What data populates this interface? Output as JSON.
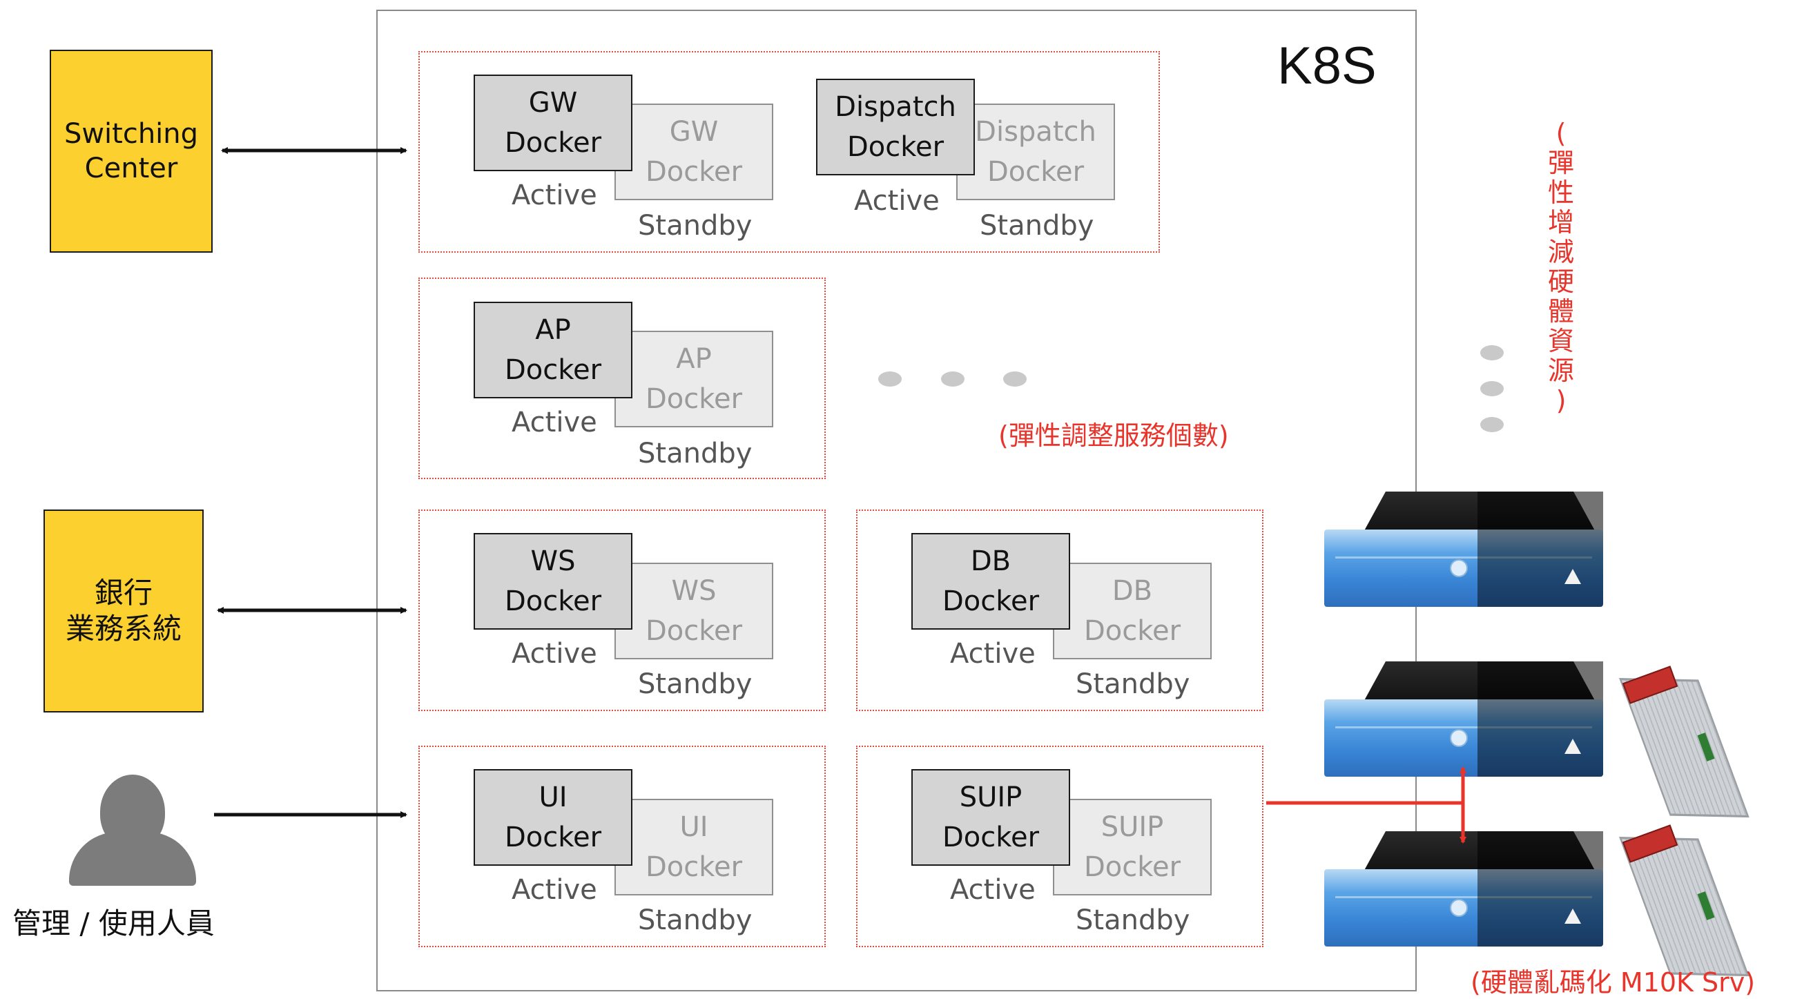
{
  "diagram": {
    "k8s_label": "K8S",
    "external": {
      "switching_center": [
        "Switching",
        "Center"
      ],
      "bank_system": [
        "銀行",
        "業務系統"
      ],
      "user_label": "管理 / 使用人員"
    },
    "groups": [
      {
        "pairs": [
          {
            "active": [
              "GW",
              "Docker"
            ],
            "standby": [
              "GW",
              "Docker"
            ],
            "active_label": "Active",
            "standby_label": "Standby"
          },
          {
            "active": [
              "Dispatch",
              "Docker"
            ],
            "standby": [
              "Dispatch",
              "Docker"
            ],
            "active_label": "Active",
            "standby_label": "Standby"
          }
        ]
      },
      {
        "pairs": [
          {
            "active": [
              "AP",
              "Docker"
            ],
            "standby": [
              "AP",
              "Docker"
            ],
            "active_label": "Active",
            "standby_label": "Standby"
          }
        ]
      },
      {
        "pairs": [
          {
            "active": [
              "WS",
              "Docker"
            ],
            "standby": [
              "WS",
              "Docker"
            ],
            "active_label": "Active",
            "standby_label": "Standby"
          }
        ]
      },
      {
        "pairs": [
          {
            "active": [
              "DB",
              "Docker"
            ],
            "standby": [
              "DB",
              "Docker"
            ],
            "active_label": "Active",
            "standby_label": "Standby"
          }
        ]
      },
      {
        "pairs": [
          {
            "active": [
              "UI",
              "Docker"
            ],
            "standby": [
              "UI",
              "Docker"
            ],
            "active_label": "Active",
            "standby_label": "Standby"
          }
        ]
      },
      {
        "pairs": [
          {
            "active": [
              "SUIP",
              "Docker"
            ],
            "standby": [
              "SUIP",
              "Docker"
            ],
            "active_label": "Active",
            "standby_label": "Standby"
          }
        ]
      }
    ],
    "annotations": {
      "elastic_service_count": "(彈性調整服務個數)",
      "elastic_hardware": [
        "(",
        "彈",
        "性",
        "增",
        "減",
        "硬",
        "體",
        "資",
        "源",
        ")"
      ],
      "hardware_encryption": "(硬體亂碼化 M10K Srv)"
    },
    "colors": {
      "accent_red": "#e8342a",
      "external_yellow": "#fcd12f",
      "active_fill": "#d4d4d4",
      "standby_fill": "#ebebeb",
      "server_blue": "#3a86d6"
    }
  }
}
